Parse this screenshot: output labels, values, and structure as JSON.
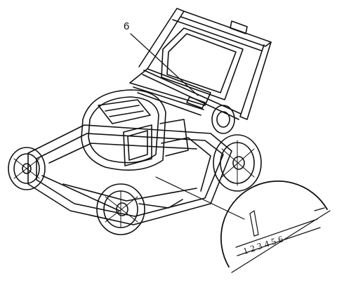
{
  "figure": {
    "callout_label": "6",
    "height_scale_text": "123456",
    "line_color": "#111111",
    "background": "#ffffff",
    "subject": "lawn-mower"
  }
}
